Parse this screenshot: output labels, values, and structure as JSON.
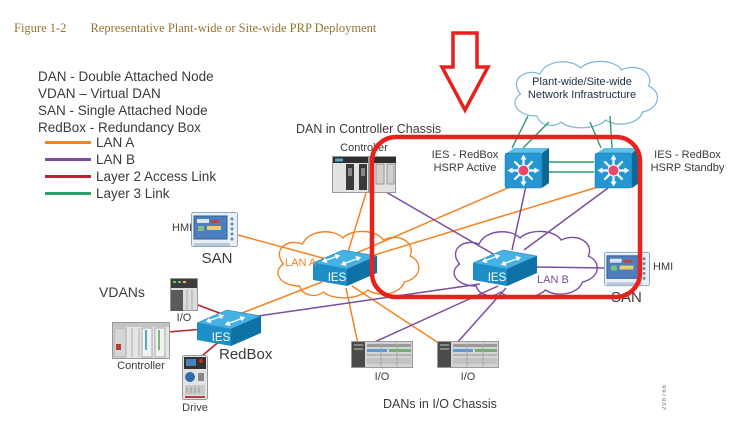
{
  "colors": {
    "lan_a": "#F58220",
    "lan_b": "#7A4E9E",
    "layer2_access": "#C02032",
    "layer3": "#2E9E68",
    "highlight_red": "#E8211D",
    "figure_title_color": "#97742F",
    "switch_blue": "#2496D2"
  },
  "figure": {
    "label": "Figure 1-2",
    "title": "Representative Plant-wide or Site-wide PRP Deployment",
    "number": "298766"
  },
  "legend": {
    "definitions": [
      "DAN - Double Attached Node",
      "VDAN – Virtual DAN",
      "SAN - Single Attached Node",
      "RedBox - Redundancy Box"
    ],
    "links": [
      {
        "label": "LAN A",
        "color": "#F58220"
      },
      {
        "label": "LAN B",
        "color": "#7A4E9E"
      },
      {
        "label": "Layer 2 Access Link",
        "color": "#C02032"
      },
      {
        "label": "Layer 3 Link",
        "color": "#2E9E68"
      }
    ]
  },
  "clouds": {
    "infrastructure": {
      "line1": "Plant-wide/Site-wide",
      "line2": "Network Infrastructure"
    },
    "lan_a": {
      "label": "LAN A"
    },
    "lan_b": {
      "label": "LAN B"
    }
  },
  "nodes": {
    "dan_controller_title": "DAN in Controller Chassis",
    "controller_top": "Controller",
    "hsrp_active": {
      "line1": "IES - RedBox",
      "line2": "HSRP Active"
    },
    "hsrp_standby": {
      "line1": "IES - RedBox",
      "line2": "HSRP Standby"
    },
    "ies": "IES",
    "hmi_left": "HMI",
    "san_left": "SAN",
    "vdans": "VDANs",
    "io_left": "I/O",
    "controller_left": "Controller",
    "redbox": "RedBox",
    "drive": "Drive",
    "io_chassis_1": "I/O",
    "io_chassis_2": "I/O",
    "dans_io_title": "DANs in I/O Chassis",
    "hmi_right": "HMI",
    "san_right": "SAN"
  }
}
